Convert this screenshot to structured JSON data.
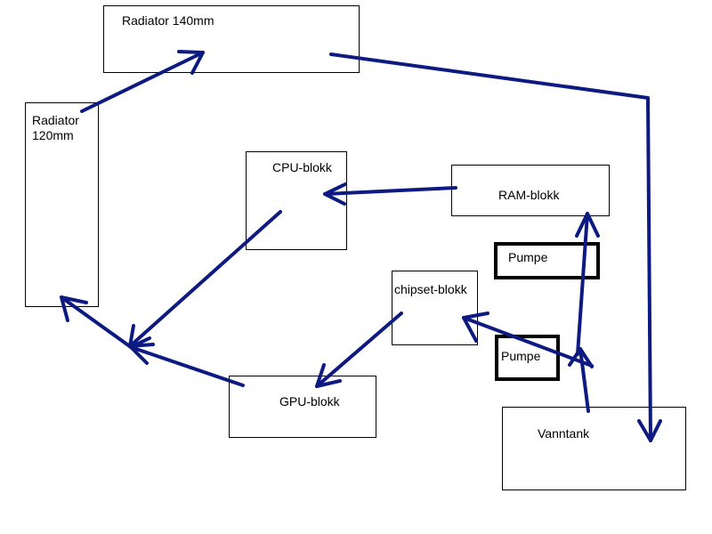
{
  "colors": {
    "arrow": "#0c1a82",
    "box_border": "#000000",
    "background": "#ffffff"
  },
  "components": {
    "radiator_140": "Radiator 140mm",
    "radiator_120": "Radiator\n120mm",
    "cpu_block": "CPU-blokk",
    "ram_block": "RAM-blokk",
    "pump_top": "Pumpe",
    "chipset_block": "chipset-blokk",
    "pump_bottom": "Pumpe",
    "gpu_block": "GPU-blokk",
    "reservoir": "Vanntank"
  }
}
